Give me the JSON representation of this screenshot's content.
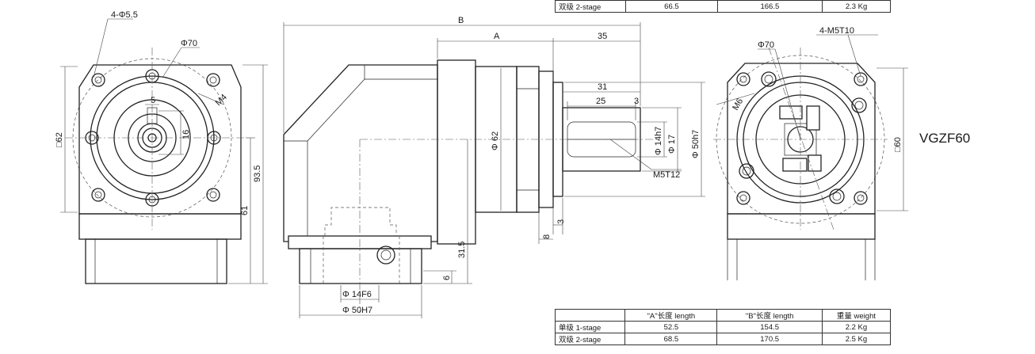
{
  "labels": {
    "holes_front": "4-Φ5.5",
    "pcd_front": "Φ70",
    "dim_5": "5",
    "dim_16": "16",
    "dim_m4": "M4",
    "dim_sq62": "□62",
    "dim_93_5": "93.5",
    "dim_61": "61",
    "dim_B": "B",
    "dim_A": "A",
    "dim_35": "35",
    "dim_31": "31",
    "dim_25": "25",
    "dim_3a": "3",
    "dim_phi62": "Φ 62",
    "dim_phi14h7": "Φ 14h7",
    "dim_phi17": "Φ 17",
    "dim_phi50h7": "Φ 50h7",
    "dim_m5t12": "M5T12",
    "dim_3b": "3",
    "dim_8": "8",
    "dim_31_5": "31.5",
    "dim_6": "6",
    "dim_phi14f6": "Φ 14F6",
    "dim_phi50h7_bottom": "Φ 50H7",
    "pcd_right": "Φ70",
    "holes_right": "4-M5T10",
    "dim_sq60": "□60",
    "dim_m6": "M6",
    "model": "VGZF60"
  },
  "top_table": {
    "row": {
      "name": "双级 2-stage",
      "a": "66.5",
      "b": "166.5",
      "w": "2.3 Kg"
    }
  },
  "bottom_table": {
    "headers": {
      "blank": "",
      "a": "\"A\"长度 length",
      "b": "\"B\"长度 length",
      "w": "重量 weight"
    },
    "rows": [
      {
        "name": "单级 1-stage",
        "a": "52.5",
        "b": "154.5",
        "w": "2.2 Kg"
      },
      {
        "name": "双级 2-stage",
        "a": "68.5",
        "b": "170.5",
        "w": "2.5 Kg"
      }
    ]
  }
}
